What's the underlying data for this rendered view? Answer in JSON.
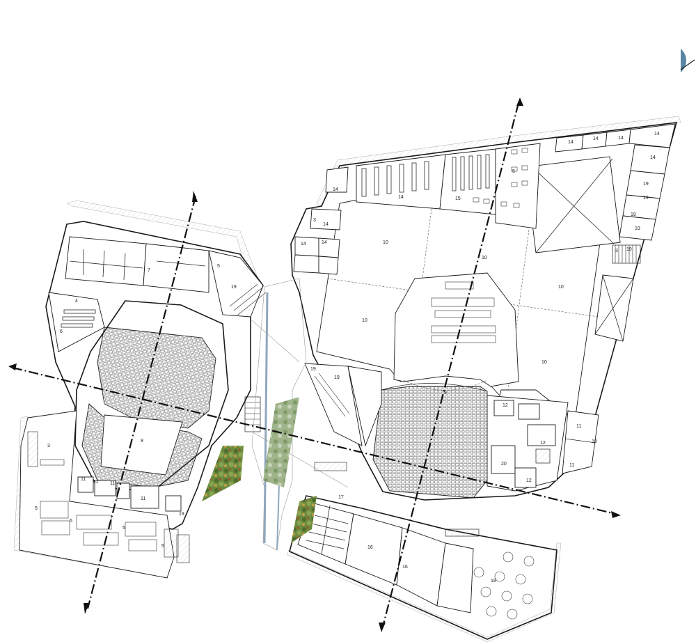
{
  "labels": [
    {
      "text": "14"
    },
    {
      "text": "14"
    },
    {
      "text": "14"
    },
    {
      "text": "14"
    },
    {
      "text": "14"
    },
    {
      "text": "14"
    },
    {
      "text": "14"
    },
    {
      "text": "14"
    },
    {
      "text": "14"
    },
    {
      "text": "14"
    },
    {
      "text": "19"
    },
    {
      "text": "19"
    },
    {
      "text": "19"
    },
    {
      "text": "19"
    },
    {
      "text": "19"
    },
    {
      "text": "15"
    },
    {
      "text": "5"
    },
    {
      "text": "3"
    },
    {
      "text": "3"
    },
    {
      "text": "10"
    },
    {
      "text": "10"
    },
    {
      "text": "10"
    },
    {
      "text": "10"
    },
    {
      "text": "10"
    },
    {
      "text": "9"
    },
    {
      "text": "7"
    },
    {
      "text": "6"
    },
    {
      "text": "4"
    },
    {
      "text": "5"
    },
    {
      "text": "8"
    },
    {
      "text": "11"
    },
    {
      "text": "11"
    },
    {
      "text": "11"
    },
    {
      "text": "11"
    },
    {
      "text": "3"
    },
    {
      "text": "5"
    },
    {
      "text": "5"
    },
    {
      "text": "5"
    },
    {
      "text": "5"
    },
    {
      "text": "19"
    },
    {
      "text": "19"
    },
    {
      "text": "19"
    },
    {
      "text": "19"
    },
    {
      "text": "12"
    },
    {
      "text": "12"
    },
    {
      "text": "12"
    },
    {
      "text": "20"
    },
    {
      "text": "11"
    },
    {
      "text": "11"
    },
    {
      "text": "19"
    },
    {
      "text": "17"
    },
    {
      "text": "16"
    },
    {
      "text": "16"
    },
    {
      "text": "18"
    }
  ],
  "colors": {
    "compass": "#5a86a6",
    "planting": "#5d7a3a",
    "wall": "#1a1a1a"
  },
  "icons": {
    "compass": "north-arrow-icon",
    "section_marker": "section-arrow-icon"
  }
}
